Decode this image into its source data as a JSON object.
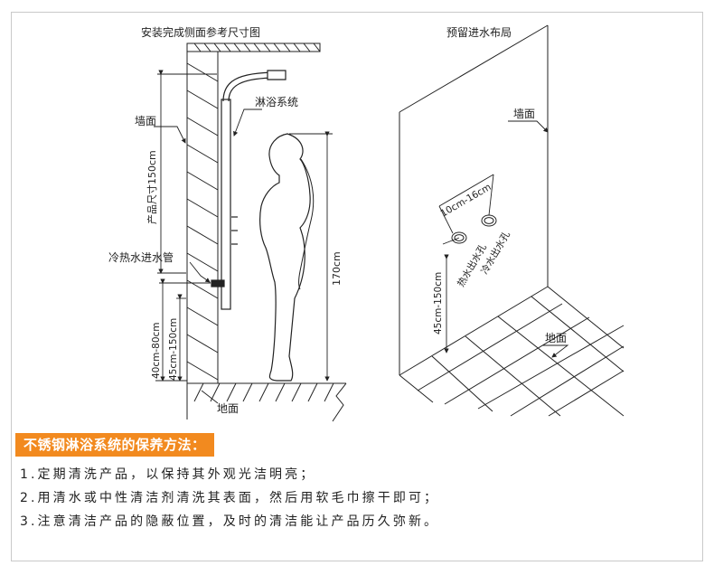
{
  "left_panel": {
    "title": "安装完成侧面参考尺寸图",
    "labels": {
      "shower_system": "淋浴系统",
      "wall": "墙面",
      "product_size": "产品尺寸150cm",
      "inlet_pipe": "冷热水进水管",
      "inlet_height": "40cm-80cm",
      "bottom_outlet_height": "45cm-150cm",
      "person_height": "170cm",
      "floor": "地面"
    }
  },
  "right_panel": {
    "title": "预留进水布局",
    "labels": {
      "wall": "墙面",
      "spacing": "10cm-16cm",
      "hot_outlet": "热水出水孔",
      "cold_outlet": "冷水出水孔",
      "height": "45cm-150cm",
      "floor": "地面"
    }
  },
  "care": {
    "title": "不锈钢淋浴系统的保养方法：",
    "items": [
      "1.定期清洗产品，以保持其外观光洁明亮；",
      "2.用清水或中性清洁剂清洗其表面，然后用软毛巾擦干即可；",
      "3.注意清洁产品的隐蔽位置，及时的清洁能让产品历久弥新。"
    ]
  },
  "colors": {
    "accent": "#f28a1f",
    "line": "#222222",
    "frame": "#c9c9c9"
  }
}
